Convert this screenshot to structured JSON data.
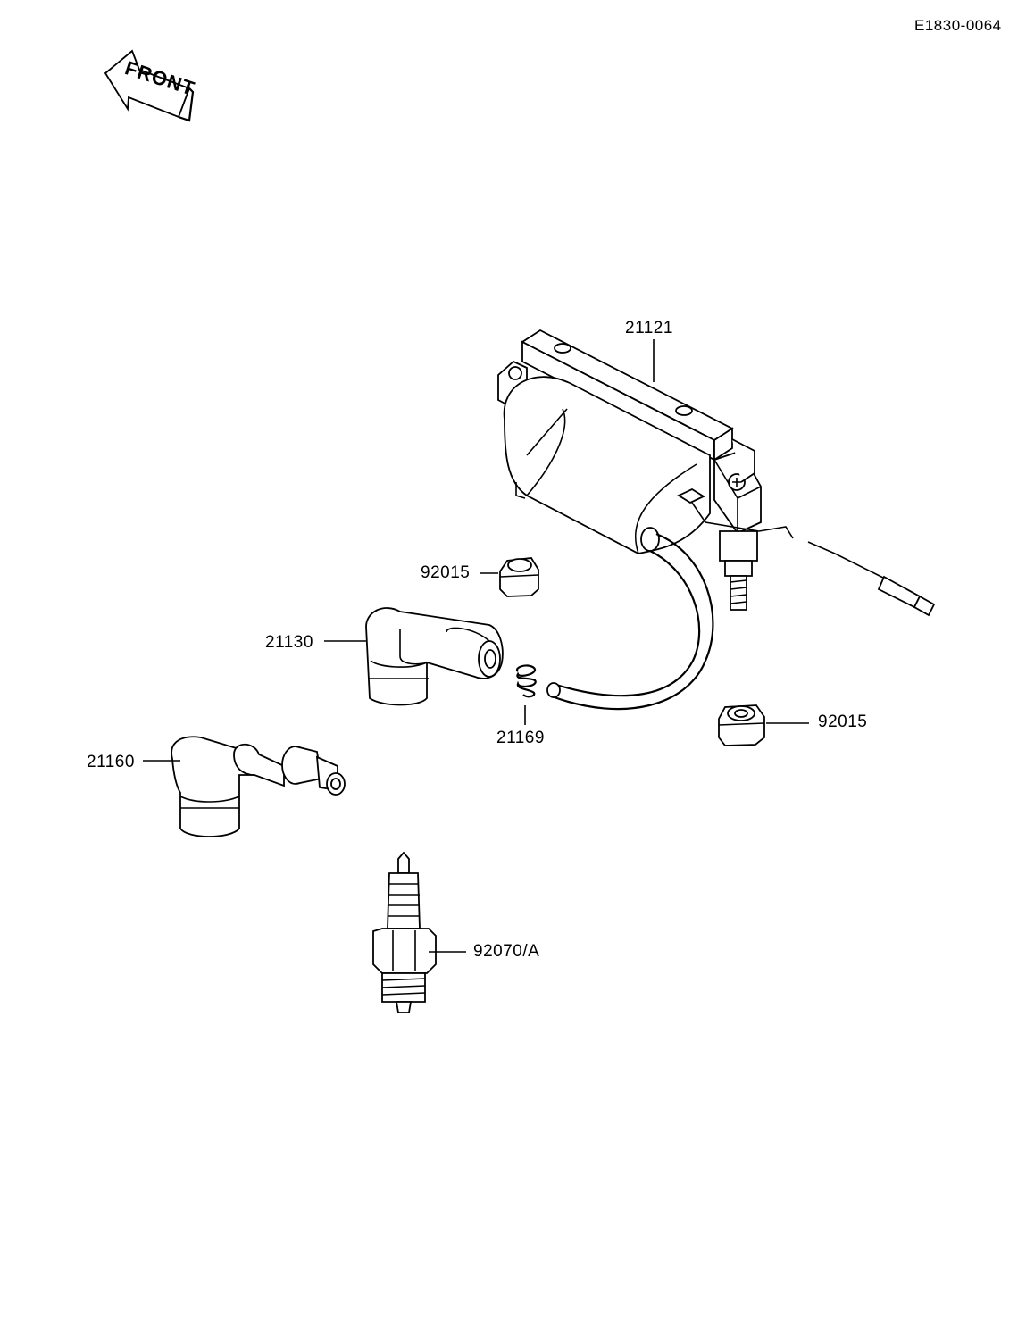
{
  "document": {
    "id": "E1830-0064"
  },
  "front_arrow": {
    "label": "FRONT"
  },
  "parts": [
    {
      "key": "coil",
      "number": "21121"
    },
    {
      "key": "nut_top",
      "number": "92015"
    },
    {
      "key": "cap",
      "number": "21130"
    },
    {
      "key": "spring",
      "number": "21169"
    },
    {
      "key": "nut_right",
      "number": "92015"
    },
    {
      "key": "plug_cap",
      "number": "21160"
    },
    {
      "key": "spark_plug",
      "number": "92070/A"
    }
  ],
  "colors": {
    "line": "#000000",
    "background": "#ffffff"
  }
}
